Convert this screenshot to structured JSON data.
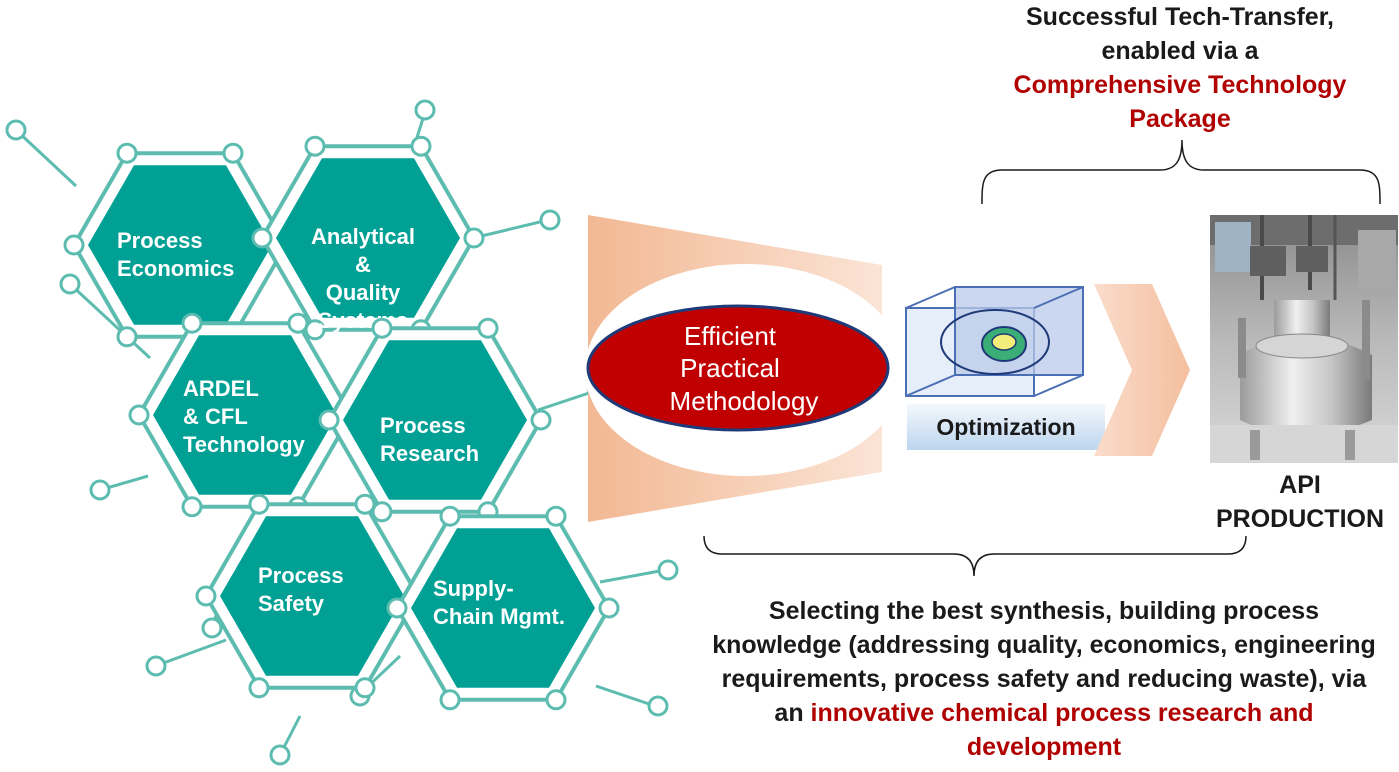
{
  "hexagons": [
    {
      "lines": [
        "Process",
        "Economics"
      ]
    },
    {
      "lines": [
        "Analytical",
        "&",
        "Quality",
        "Systems"
      ]
    },
    {
      "lines": [
        "ARDEL",
        "& CFL",
        "Technology"
      ]
    },
    {
      "lines": [
        "Process",
        "Research"
      ]
    },
    {
      "lines": [
        "Process",
        "Safety"
      ]
    },
    {
      "lines": [
        "Supply-",
        "Chain Mgmt."
      ]
    }
  ],
  "methodology": {
    "lines": [
      "Efficient",
      "Practical",
      "Methodology"
    ]
  },
  "optimization": {
    "label": "Optimization"
  },
  "top_text": {
    "line1": "Successful Tech-Transfer,",
    "line2": "enabled via a",
    "highlight1": "Comprehensive Technology",
    "highlight2": "Package"
  },
  "api": {
    "line1": "API",
    "line2": "PRODUCTION"
  },
  "bottom_text": {
    "line1": "Selecting the best  synthesis, building process",
    "line2": "knowledge (addressing quality, economics, engineering",
    "line3": "requirements,  process safety and reducing waste), via",
    "line4_prefix": "an ",
    "highlight1": "innovative chemical process research and",
    "highlight2": "development"
  },
  "colors": {
    "hex_fill": "#00a095",
    "hex_outline": "#5cbcb0",
    "ellipse_fill": "#c00000",
    "funnel": "#f4c8ab",
    "accent_red": "#b00000"
  }
}
